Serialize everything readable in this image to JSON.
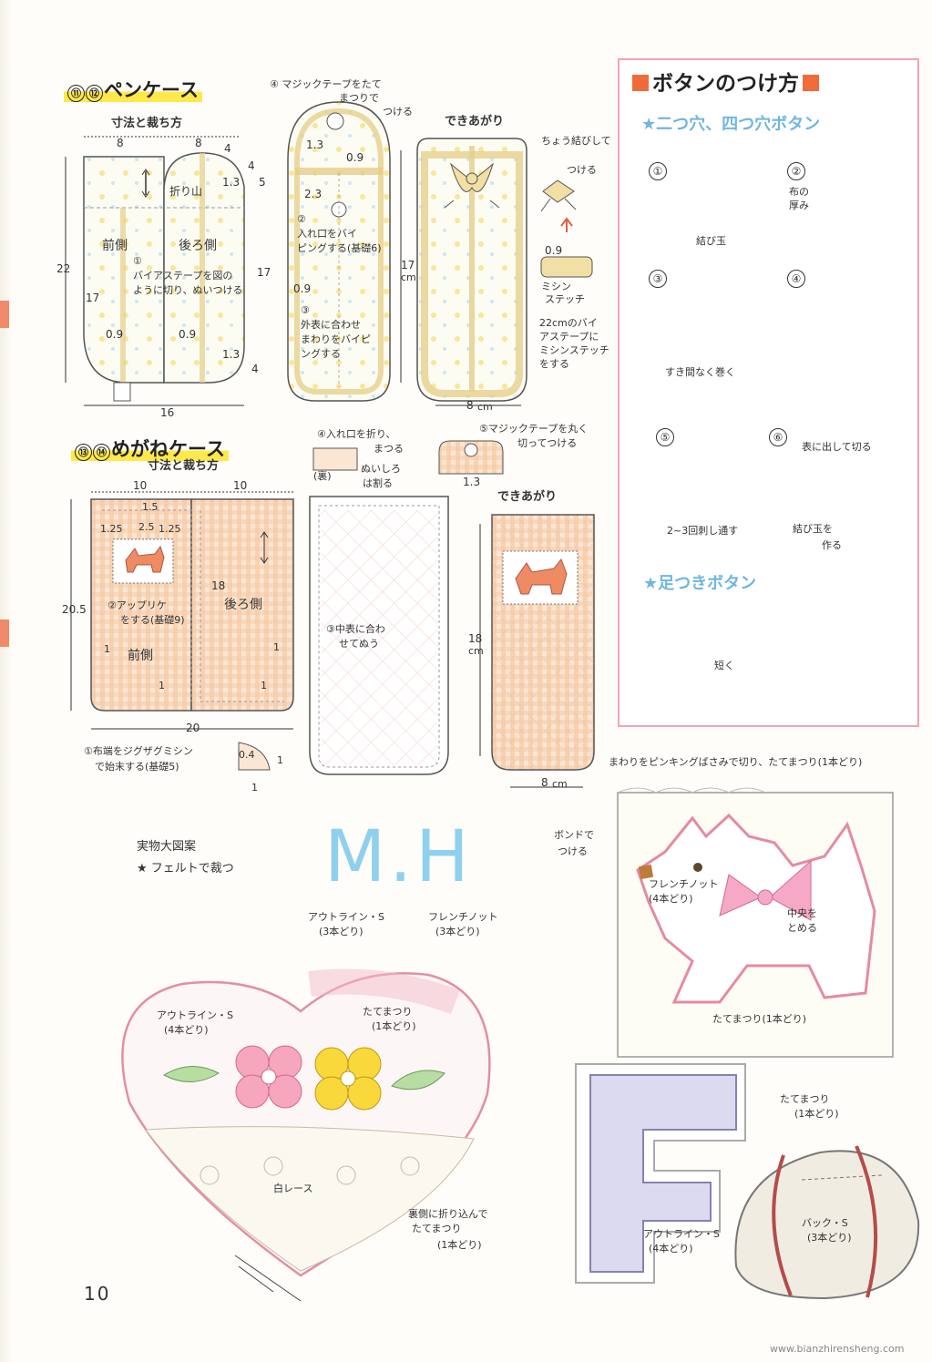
{
  "page_number": "10",
  "watermark": "www.bianzhirensheng.com",
  "colors": {
    "pink_border": "#f2a3b9",
    "title_highlight": "#ffe84a",
    "accent_blue": "#6fb6e0",
    "orange": "#ef6b3a",
    "gingham": "#f6c9a6"
  },
  "pen_case": {
    "num1": "⑪",
    "num2": "⑫",
    "title": "ペンケース",
    "subtitle": "寸法と裁ち方",
    "labels": {
      "fold": "折り山",
      "front": "前側",
      "back": "後ろ側",
      "note1": "①",
      "note1a": "バイアステープを図の",
      "note1b": "ように切り、ぬいつける",
      "magic": "④ マジックテープをたて",
      "magic2": "まつりで",
      "magic3": "つける",
      "bias2": "②",
      "bias2a": "入れ口をバイ",
      "bias2b": "ピングする(基礎6)",
      "bias3": "③",
      "bias3a": "外表に合わせ",
      "bias3b": "まわりをバイピ",
      "bias3c": "ングする",
      "done": "できあがり",
      "bow": "ちょう結びして",
      "bow2": "つける",
      "machine": "ミシン",
      "machine2": "ステッチ",
      "tape": "22cmのバイ",
      "tape2": "アステープに",
      "tape3": "ミシンステッチ",
      "tape4": "をする"
    },
    "dims": {
      "d8a": "8",
      "d8b": "8",
      "d4a": "4",
      "d4b": "4",
      "d4c": "4",
      "d5": "5",
      "d13a": "1.3",
      "d13b": "1.3",
      "d22": "22",
      "d17": "17",
      "d17b": "17",
      "d09a": "0.9",
      "d09b": "0.9",
      "d16": "16",
      "s13": "1.3",
      "s09": "0.9",
      "s23": "2.3",
      "s09b": "0.9",
      "f17": "17",
      "fcm": "cm",
      "f8": "8",
      "fcm2": "cm",
      "r09": "0.9"
    }
  },
  "glasses_case": {
    "num1": "⑬",
    "num2": "⑭",
    "title": "めがねケース",
    "subtitle": "寸法と裁ち方",
    "labels": {
      "applique": "②アップリケ",
      "applique2": "をする(基礎9)",
      "back": "後ろ側",
      "front": "前側",
      "fold": "④入れ口を折り、",
      "fold2": "まつる",
      "fold3": "(裏)",
      "fold4": "ぬいしろ",
      "fold5": "は割る",
      "magic": "⑤マジックテープを丸く",
      "magic2": "切ってつける",
      "inner": "③中表に合わ",
      "inner2": "せてぬう",
      "done": "できあがり",
      "zigzag": "①布端をジグザグミシン",
      "zigzag2": "で始末する(基礎5)"
    },
    "dims": {
      "d10a": "10",
      "d10b": "10",
      "d15": "1.5",
      "d125a": "1.25",
      "d25": "2.5",
      "d125b": "1.25",
      "d205": "20.5",
      "d18": "18",
      "d1a": "1",
      "d1b": "1",
      "d1c": "1",
      "d1d": "1",
      "d20": "20",
      "d04": "0.4",
      "d1e": "1",
      "d1f": "1",
      "m13": "1.3",
      "f18": "18",
      "fcm": "cm",
      "f8": "8",
      "fcm2": "cm"
    }
  },
  "button_box": {
    "title": "ボタンのつけ方",
    "sub1": "★二つ穴、四つ穴ボタン",
    "steps": [
      "①",
      "②",
      "③",
      "④",
      "⑤",
      "⑥"
    ],
    "labels": {
      "knot": "結び玉",
      "thick": "布の",
      "thick2": "厚み",
      "wind": "すき間なく巻く",
      "through": "2~3回刺し通す",
      "out": "表に出して切る",
      "knot2": "結び玉を",
      "knot3": "作る"
    },
    "sub2": "★足つきボタン",
    "short": "短く"
  },
  "full_size": {
    "title": "実物大図案",
    "star_note": "★ フェルトで裁つ",
    "letters": "M.H",
    "outline": "アウトライン・S",
    "outline2": "(3本どり)",
    "french": "フレンチノット",
    "french2": "(3本どり)"
  },
  "dog": {
    "pinking": "まわりをピンキングばさみで切り、たてまつり(1本どり)",
    "bond": "ボンドで",
    "bond2": "つける",
    "french": "フレンチノット",
    "french2": "(4本どり)",
    "center": "中央を",
    "center2": "とめる",
    "tate": "たてまつり(1本どり)"
  },
  "heart": {
    "outline": "アウトライン・S",
    "outline2": "(4本どり)",
    "tate": "たてまつり",
    "tate2": "(1本どり)",
    "lace": "白レース",
    "fold": "裏側に折り込んで",
    "fold2": "たてまつり",
    "fold3": "(1本どり)"
  },
  "letter_f": {
    "tate": "たてまつり",
    "tate2": "(1本どり)",
    "outline": "アウトライン・S",
    "outline2": "(4本どり)"
  },
  "ball": {
    "back": "バック・S",
    "back2": "(3本どり)"
  }
}
